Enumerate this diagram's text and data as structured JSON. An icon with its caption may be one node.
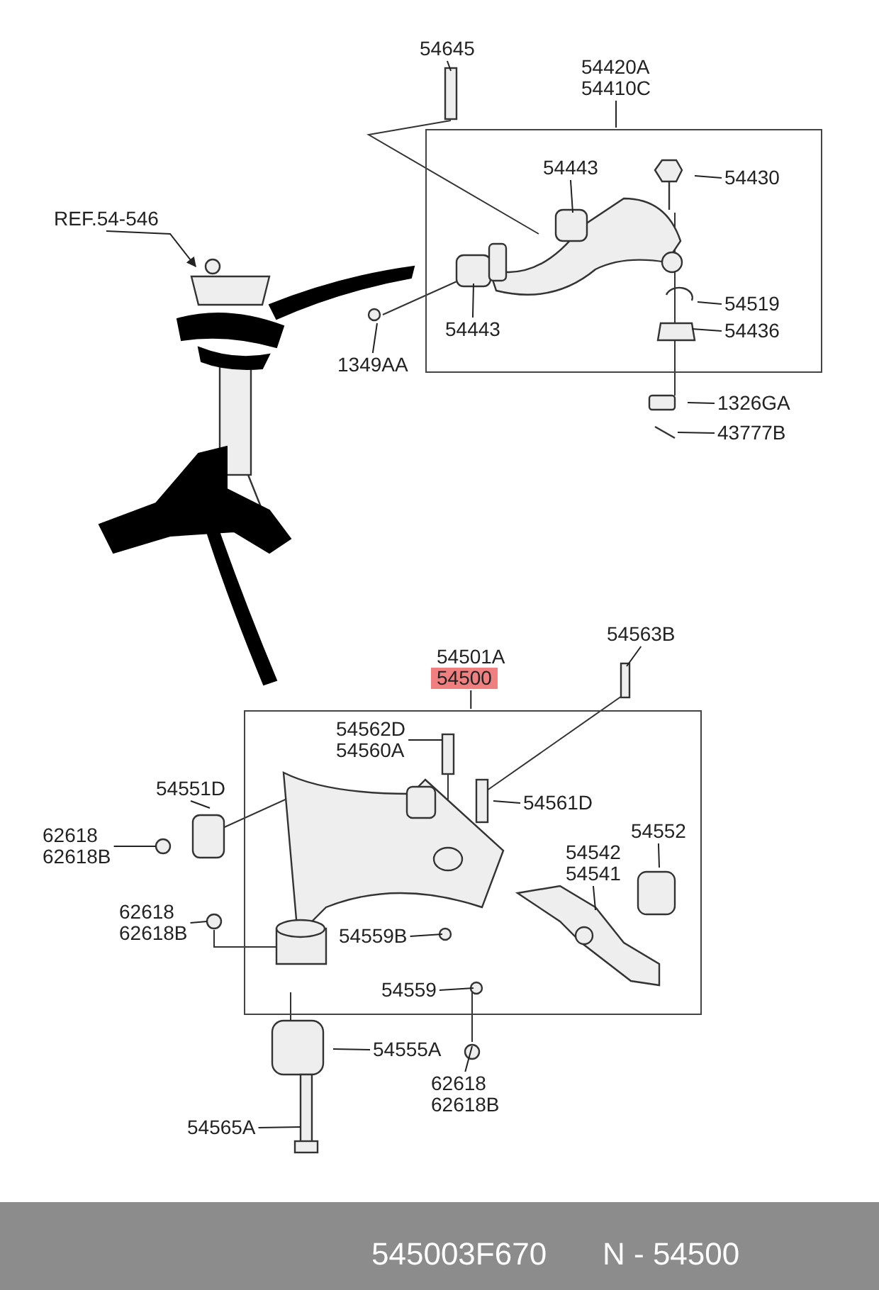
{
  "diagram": {
    "nodes": [
      {
        "text": [],
        "shape": "box"
      },
      {
        "text": [
          "54420A",
          "54410C"
        ]
      },
      {
        "text": [
          "54645"
        ]
      },
      {
        "text": [
          "REF.54-546"
        ]
      },
      {
        "text": [
          "54443"
        ],
        "in": 0
      },
      {
        "text": [
          "54430"
        ],
        "in": 0
      },
      {
        "text": [
          "54443"
        ],
        "in": 0
      },
      {
        "text": [
          "1349AA"
        ]
      },
      {
        "text": [
          "54519"
        ],
        "in": 0
      },
      {
        "text": [
          "54436"
        ],
        "in": 0
      },
      {
        "text": [
          "1326GA"
        ]
      },
      {
        "text": [
          "43777B"
        ]
      },
      {
        "text": [],
        "shape": "box"
      },
      {
        "text": [
          "54501A",
          "54500"
        ]
      },
      {
        "text": [
          "54563B"
        ]
      },
      {
        "text": [
          "54562D",
          "54560A"
        ],
        "in": 12
      },
      {
        "text": [
          "54551D"
        ]
      },
      {
        "text": [
          "54561D"
        ],
        "in": 12
      },
      {
        "text": [
          "54552"
        ],
        "in": 12
      },
      {
        "text": [
          "62618",
          "62618B"
        ]
      },
      {
        "text": [
          "54542",
          "54541"
        ],
        "in": 12
      },
      {
        "text": [
          "62618",
          "62618B"
        ]
      },
      {
        "text": [
          "54559B"
        ],
        "in": 12
      },
      {
        "text": [
          "54559"
        ],
        "in": 12
      },
      {
        "text": [
          "54555A"
        ]
      },
      {
        "text": [
          "62618",
          "62618B"
        ]
      },
      {
        "text": [
          "54565A"
        ]
      }
    ],
    "edges": [
      {
        "from": 1,
        "to": 0,
        "arrow": "none"
      },
      {
        "from": 2,
        "to": null,
        "arrow": "none"
      },
      {
        "from": 3,
        "to": null,
        "arrow": "to"
      },
      {
        "from": 4,
        "to": null,
        "arrow": "none"
      },
      {
        "from": 5,
        "to": null,
        "arrow": "none"
      },
      {
        "from": 6,
        "to": null,
        "arrow": "none"
      },
      {
        "from": 7,
        "to": null,
        "arrow": "none"
      },
      {
        "from": 8,
        "to": null,
        "arrow": "none"
      },
      {
        "from": 9,
        "to": null,
        "arrow": "none"
      },
      {
        "from": 10,
        "to": null,
        "arrow": "none"
      },
      {
        "from": 11,
        "to": null,
        "arrow": "none"
      },
      {
        "from": 13,
        "to": 12,
        "arrow": "none"
      },
      {
        "from": 14,
        "to": null,
        "arrow": "none"
      },
      {
        "from": 15,
        "to": null,
        "arrow": "none"
      },
      {
        "from": 16,
        "to": null,
        "arrow": "none"
      },
      {
        "from": 17,
        "to": null,
        "arrow": "none"
      },
      {
        "from": 18,
        "to": null,
        "arrow": "none"
      },
      {
        "from": 19,
        "to": null,
        "arrow": "none"
      },
      {
        "from": 20,
        "to": null,
        "arrow": "none"
      },
      {
        "from": 21,
        "to": null,
        "arrow": "none"
      },
      {
        "from": 22,
        "to": null,
        "arrow": "none"
      },
      {
        "from": 23,
        "to": null,
        "arrow": "none"
      },
      {
        "from": 24,
        "to": null,
        "arrow": "none"
      },
      {
        "from": 25,
        "to": null,
        "arrow": "none"
      },
      {
        "from": 26,
        "to": null,
        "arrow": "none"
      }
    ],
    "labels": [
      "545003F670",
      "N - 54500"
    ]
  }
}
